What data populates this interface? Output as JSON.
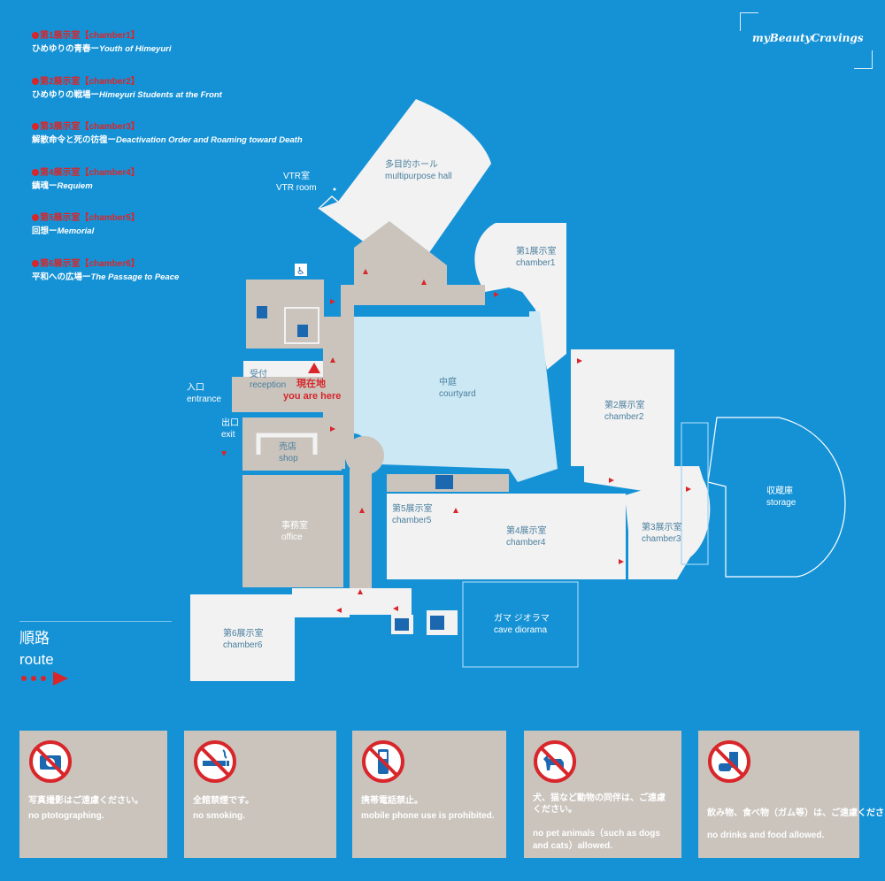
{
  "brand": "myBeautyCravings",
  "legend": [
    {
      "head": "第1展示室【chamber1】",
      "jp": "ひめゆりの青春ー",
      "en": "Youth of Himeyuri"
    },
    {
      "head": "第2展示室【chamber2】",
      "jp": "ひめゆりの戦場ー",
      "en": "Himeyuri Students at the Front"
    },
    {
      "head": "第3展示室【chamber3】",
      "jp": "解散命令と死の彷徨ー",
      "en": "Deactivation Order and Roaming toward Death"
    },
    {
      "head": "第4展示室【chamber4】",
      "jp": "鎮魂ー",
      "en": "Requiem"
    },
    {
      "head": "第5展示室【chamber5】",
      "jp": "回想ー",
      "en": "Memorial"
    },
    {
      "head": "第6展示室【chamber6】",
      "jp": "平和への広場ー",
      "en": "The Passage to Peace"
    }
  ],
  "map": {
    "vtr": {
      "jp": "VTR室",
      "en": "VTR room"
    },
    "hall": {
      "jp": "多目的ホール",
      "en": "multipurpose hall"
    },
    "chamber1": {
      "jp": "第1展示室",
      "en": "chamber1"
    },
    "chamber2": {
      "jp": "第2展示室",
      "en": "chamber2"
    },
    "chamber3": {
      "jp": "第3展示室",
      "en": "chamber3"
    },
    "chamber4": {
      "jp": "第4展示室",
      "en": "chamber4"
    },
    "chamber5": {
      "jp": "第5展示室",
      "en": "chamber5"
    },
    "chamber6": {
      "jp": "第6展示室",
      "en": "chamber6"
    },
    "courtyard": {
      "jp": "中庭",
      "en": "courtyard"
    },
    "storage": {
      "jp": "収蔵庫",
      "en": "storage"
    },
    "diorama": {
      "jp": "ガマ ジオラマ",
      "en": "cave diorama"
    },
    "reception": {
      "jp": "受付",
      "en": "reception"
    },
    "entrance": {
      "jp": "入口",
      "en": "entrance"
    },
    "exit": {
      "jp": "出口",
      "en": "exit"
    },
    "shop": {
      "jp": "売店",
      "en": "shop"
    },
    "office": {
      "jp": "事務室",
      "en": "office"
    },
    "here": {
      "jp": "現在地",
      "en": "you are here"
    }
  },
  "route": {
    "jp": "順路",
    "en": "route"
  },
  "notices": [
    {
      "icon": "no-camera-icon",
      "jp": "写真撮影はご遠慮ください。",
      "en": "no ptotographing."
    },
    {
      "icon": "no-smoking-icon",
      "jp": "全館禁煙です。",
      "en": "no smoking."
    },
    {
      "icon": "no-phone-icon",
      "jp": "携帯電話禁止。",
      "en": "mobile phone use is prohibited."
    },
    {
      "icon": "no-pets-icon",
      "jp": "犬、猫など動物の同伴は、ご遠慮ください。",
      "en": "no pet animals（such as dogs and cats）allowed."
    },
    {
      "icon": "no-food-icon",
      "jp": "飲み物、食べ物（ガム等）は、ご遠慮ください。",
      "en": "no drinks and food allowed."
    }
  ],
  "colors": {
    "background": "#1592d6",
    "room": "#f2f2f2",
    "service": "#cac4bd",
    "courtyard": "#cbe8f4",
    "accent": "#d8262a"
  }
}
